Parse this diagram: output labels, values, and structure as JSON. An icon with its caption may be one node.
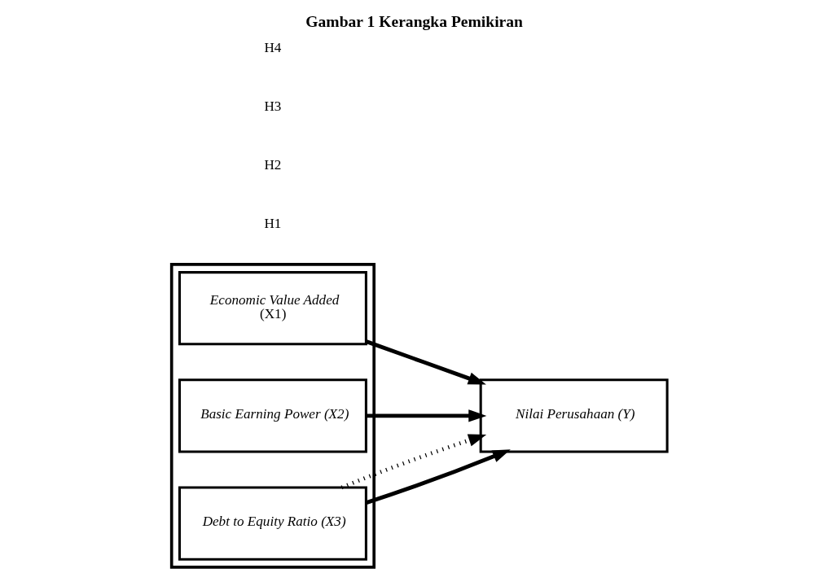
{
  "diagram": {
    "title": "Gambar 1 Kerangka Pemikiran",
    "nodes": [
      {
        "text": [],
        "shape": "box"
      },
      {
        "text": [
          "Economic Value Added",
          "(X1)"
        ],
        "in": 0
      },
      {
        "text": [
          "Basic Earning Power (X2)"
        ],
        "in": 0
      },
      {
        "text": [
          "Debt to Equity Ratio (X3)"
        ],
        "in": 0
      },
      {
        "text": [
          "Nilai Perusahaan (Y)"
        ]
      }
    ],
    "edges": [
      {
        "from": 1,
        "to": 4,
        "arrow": "to"
      },
      {
        "from": 2,
        "to": 4,
        "arrow": "to"
      },
      {
        "from": 3,
        "to": 4,
        "arrow": "to"
      },
      {
        "from": 3,
        "to": 4,
        "arrow": "to",
        "style": "dashed"
      }
    ],
    "labels": [
      "H1",
      "H2",
      "H3",
      "H4"
    ]
  }
}
